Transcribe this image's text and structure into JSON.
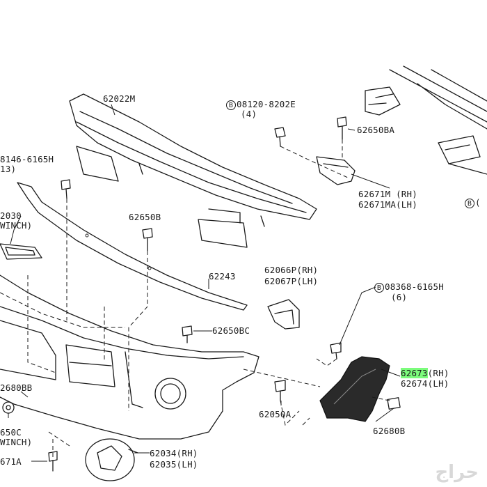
{
  "labels": {
    "p62022M": "62022M",
    "p08120_8202E": "08120-8202E",
    "p08120_qty": "(4)",
    "p62650BA": "62650BA",
    "p08146_6165H": "8146-6165H",
    "p08146_qty": "13)",
    "p62030": "2030",
    "p62030_winch": "WINCH)",
    "p62650B": "62650B",
    "p62671M": "62671M (RH)",
    "p62671MA": "62671MA(LH)",
    "p62066P": "62066P(RH)",
    "p62067P": "62067P(LH)",
    "p62243": "62243",
    "p08368_6165H": "08368-6165H",
    "p08368_qty": "(6)",
    "p62650BC": "62650BC",
    "p62673_num": "62673",
    "p62673_side": "(RH)",
    "p62674": "62674(LH)",
    "p62680BB": "2680BB",
    "p62050A": "62050A",
    "p62680B": "62680B",
    "p650C": "650C",
    "p650C_winch": "WINCH)",
    "p62034": "62034(RH)",
    "p62035": "62035(LH)",
    "p671A": "671A",
    "p_right_edge": "(",
    "bolt_symbol": "B"
  },
  "watermark": "حراج",
  "colors": {
    "highlight": "#7CFC7C",
    "line": "#1a1a1a"
  }
}
